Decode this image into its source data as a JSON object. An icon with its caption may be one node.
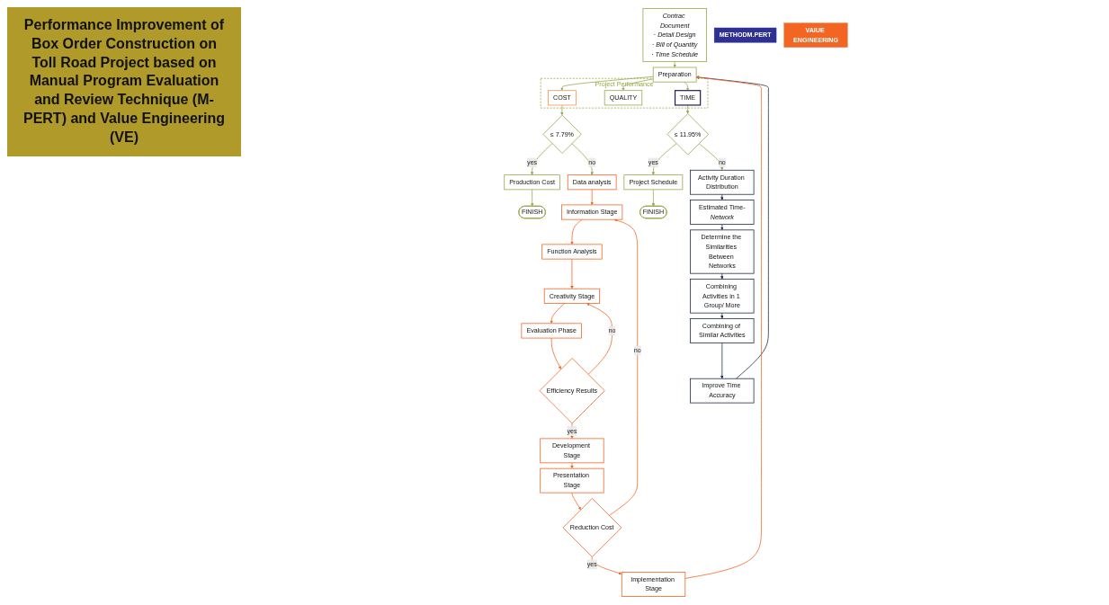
{
  "diagram": {
    "title": "Performance Improvement of Box Order Construction on Toll Road Project based on Manual Program Evaluation and Review Technique (M-PERT) and Value Engineering (VE)",
    "nodes": [
      {
        "text": [
          "Contrac Document",
          "· Detail Design",
          "· Bill of Quantity",
          "· Time Schedule"
        ]
      },
      {
        "text": [
          "Preparation"
        ]
      },
      {
        "text": [
          "Project Performance"
        ]
      },
      {
        "text": [
          "COST"
        ],
        "in": 2
      },
      {
        "text": [
          "QUALITY"
        ],
        "in": 2
      },
      {
        "text": [
          "TIME"
        ],
        "in": 2
      },
      {
        "text": [
          "≤ 7.79%"
        ]
      },
      {
        "text": [
          "Production Cost"
        ]
      },
      {
        "text": [
          "FINISH"
        ]
      },
      {
        "text": [
          "≤ 11.95%"
        ]
      },
      {
        "text": [
          "Project Schedule"
        ]
      },
      {
        "text": [
          "FINISH"
        ]
      },
      {
        "text": [
          "METHODM.PERT"
        ]
      },
      {
        "text": [
          "Activity Duration Distribution"
        ]
      },
      {
        "text": [
          "Estimated Time-*Network*"
        ]
      },
      {
        "text": [
          "Determine the Similarities Between Networks"
        ]
      },
      {
        "text": [
          "Combining Activities in 1 Group/ More"
        ]
      },
      {
        "text": [
          "Combining of Similar Activities"
        ]
      },
      {
        "text": [
          "Improve Time Accuracy"
        ]
      },
      {
        "text": [
          "VAIUE ENGINEERING"
        ]
      },
      {
        "text": [
          "Data analysis"
        ]
      },
      {
        "text": [
          "Information Stage"
        ]
      },
      {
        "text": [
          "Function Analysis"
        ]
      },
      {
        "text": [
          "Creativity Stage"
        ]
      },
      {
        "text": [
          "Evaluation Phase"
        ]
      },
      {
        "text": [
          "Efficiency Results"
        ]
      },
      {
        "text": [
          "Development Stage"
        ]
      },
      {
        "text": [
          "Presentation Stage"
        ]
      },
      {
        "text": [
          "Reduction Cost"
        ]
      },
      {
        "text": [
          "Implementation Stage"
        ]
      }
    ],
    "edges": [
      {
        "from": 0,
        "to": 1,
        "arrow": "to"
      },
      {
        "from": 1,
        "to": 3,
        "arrow": "to"
      },
      {
        "from": 1,
        "to": 4,
        "arrow": "to"
      },
      {
        "from": 1,
        "to": 5,
        "arrow": "to"
      },
      {
        "from": 3,
        "to": 6,
        "arrow": "to"
      },
      {
        "from": 6,
        "to": 7,
        "arrow": "to",
        "label": "yes"
      },
      {
        "from": 7,
        "to": 8,
        "arrow": "to"
      },
      {
        "from": 5,
        "to": 9,
        "arrow": "to"
      },
      {
        "from": 9,
        "to": 10,
        "arrow": "to",
        "label": "yes"
      },
      {
        "from": 10,
        "to": 11,
        "arrow": "to"
      },
      {
        "from": 9,
        "to": 13,
        "arrow": "to",
        "label": "no"
      },
      {
        "from": 6,
        "to": 20,
        "arrow": "to",
        "label": "no"
      },
      {
        "from": 13,
        "to": 14,
        "arrow": "to",
        "color": "#1c2a4a"
      },
      {
        "from": 14,
        "to": 15,
        "arrow": "to",
        "color": "#1c2a4a"
      },
      {
        "from": 15,
        "to": 16,
        "arrow": "to",
        "color": "#1c2a4a"
      },
      {
        "from": 16,
        "to": 17,
        "arrow": "to",
        "color": "#1c2a4a"
      },
      {
        "from": 17,
        "to": 18,
        "arrow": "to",
        "color": "#1c2a4a"
      },
      {
        "from": 18,
        "to": 1,
        "arrow": "to",
        "color": "#1c2a4a"
      },
      {
        "from": 20,
        "to": 21,
        "arrow": "to",
        "color": "#f26522"
      },
      {
        "from": 21,
        "to": 22,
        "arrow": "to",
        "color": "#f26522"
      },
      {
        "from": 22,
        "to": 23,
        "arrow": "to",
        "color": "#f26522"
      },
      {
        "from": 23,
        "to": 24,
        "arrow": "to",
        "color": "#f26522"
      },
      {
        "from": 24,
        "to": 25,
        "arrow": "to",
        "color": "#f26522"
      },
      {
        "from": 25,
        "to": 23,
        "arrow": "to",
        "label": "no",
        "color": "#f26522"
      },
      {
        "from": 25,
        "to": 26,
        "arrow": "to",
        "label": "yes",
        "color": "#f26522"
      },
      {
        "from": 26,
        "to": 27,
        "arrow": "to",
        "color": "#f26522"
      },
      {
        "from": 27,
        "to": 28,
        "arrow": "to",
        "color": "#f26522"
      },
      {
        "from": 28,
        "to": 29,
        "arrow": "to",
        "label": "yes",
        "color": "#f26522"
      },
      {
        "from": 28,
        "to": 21,
        "arrow": "to",
        "label": "no",
        "color": "#f26522"
      },
      {
        "from": 29,
        "to": 1,
        "arrow": "to",
        "color": "#f26522"
      }
    ]
  }
}
